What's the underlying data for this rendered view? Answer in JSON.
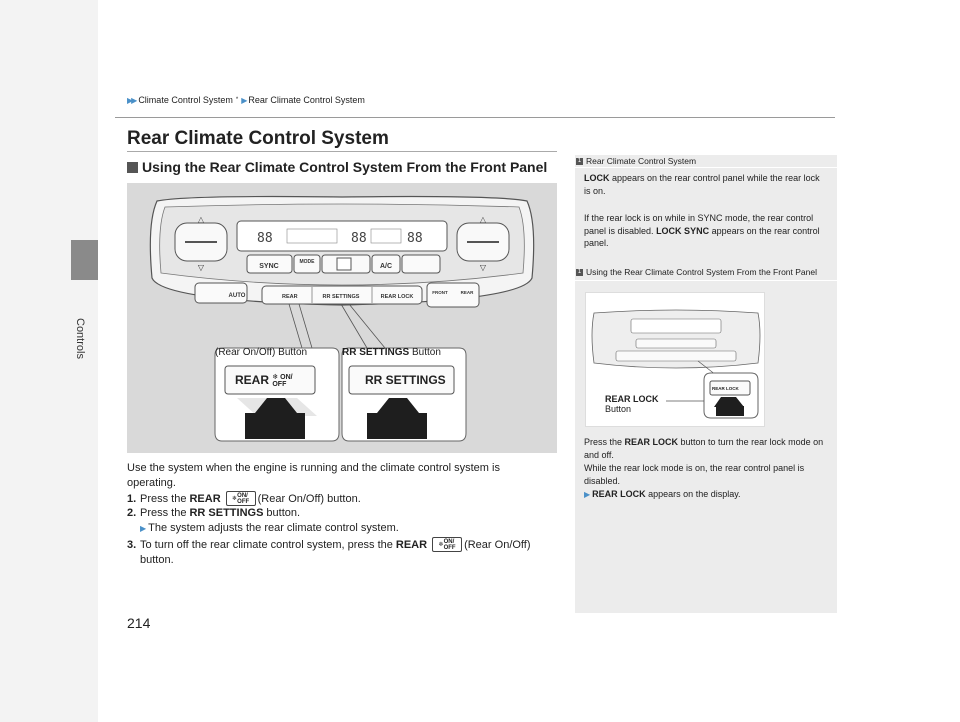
{
  "breadcrumb": {
    "part1": "Climate Control System",
    "star": "*",
    "part2": "Rear Climate Control System"
  },
  "side_label": "Controls",
  "page_title": "Rear Climate Control System",
  "section_heading": "Using the Rear Climate Control System From the Front Panel",
  "figure": {
    "panel_buttons": [
      "SYNC",
      "MODE",
      "A/C",
      "AUTO",
      "REAR",
      "RR SETTINGS",
      "REAR LOCK",
      "FRONT",
      "REAR"
    ],
    "on_off": "ON/\nOFF",
    "callout_left_label": "(Rear On/Off) Button",
    "callout_right_label_bold": "RR SETTINGS",
    "callout_right_label_rest": " Button",
    "zoom_left_text": "REAR",
    "zoom_right_text": "RR SETTINGS"
  },
  "body": {
    "intro": "Use the system when the engine is running and the climate control system is operating.",
    "step1_num": "1.",
    "step1_pre": "Press the",
    "step1_bold": "REAR",
    "step1_post": "(Rear On/Off) button.",
    "step2_num": "2.",
    "step2_pre": "Press the",
    "step2_bold": "RR SETTINGS",
    "step2_post": "button.",
    "step2_sub": "The system adjusts the rear climate control system.",
    "step3_num": "3.",
    "step3_pre": "To turn off the rear climate control system, press the",
    "step3_bold": "REAR",
    "step3_post": "(Rear On/Off)",
    "step3_post2": "button.",
    "onoff_badge_top": "ON/",
    "onoff_badge_bottom": "OFF"
  },
  "page_number": "214",
  "notes": {
    "note1_title": "Rear Climate Control System",
    "note1_p1_bold": "LOCK",
    "note1_p1": " appears on the rear control panel while the rear lock is on.",
    "note1_p2a": "If the rear lock is on while in SYNC mode, the rear control panel is disabled. ",
    "note1_p2_bold": "LOCK SYNC",
    "note1_p2b": " appears on the rear control panel.",
    "note2_title": "Using the Rear Climate Control System From the Front Panel",
    "note2_fig_label_line1": "REAR LOCK",
    "note2_fig_label_line2": "Button",
    "note2_fig_zoom": "REAR LOCK",
    "note2_p1a": "Press the ",
    "note2_p1_bold": "REAR LOCK",
    "note2_p1b": " button to turn the rear lock mode on and off.",
    "note2_p2": "While the rear lock mode is on, the rear control panel is disabled.",
    "note2_p3_bold": "REAR LOCK",
    "note2_p3": " appears on the display."
  },
  "colors": {
    "accent_blue": "#4a90c8",
    "panel_grey": "#d9d9d9",
    "note_grey": "#ececec"
  }
}
